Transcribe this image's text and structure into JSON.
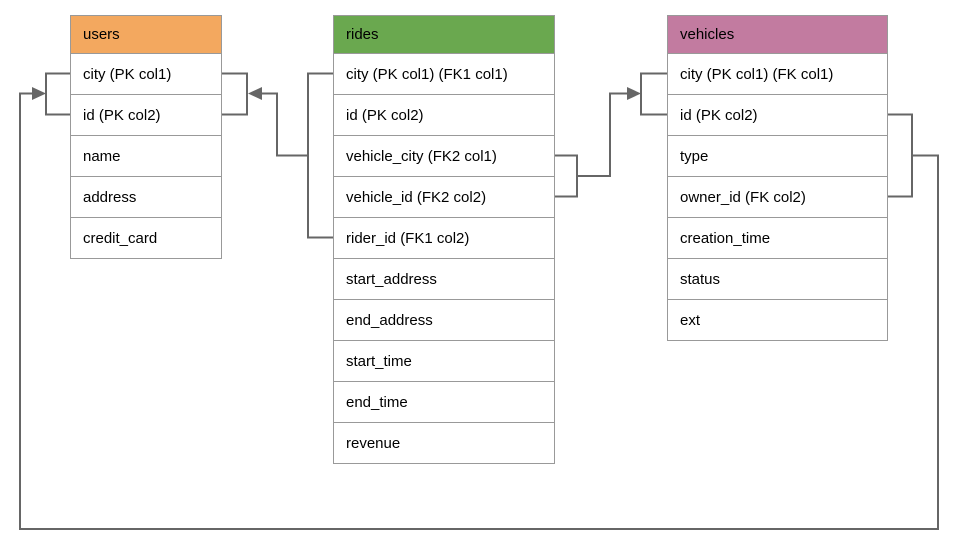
{
  "diagram": {
    "type": "database-schema-er-diagram",
    "background_color": "#ffffff",
    "connector_color": "#666666",
    "table_border_color": "#999999",
    "text_color": "#000000"
  },
  "tables": {
    "users": {
      "title": "users",
      "header_color": "#f3a85f",
      "rows": [
        "city (PK col1)",
        "id (PK col2)",
        "name",
        "address",
        "credit_card"
      ]
    },
    "rides": {
      "title": "rides",
      "header_color": "#6aa84f",
      "rows": [
        "city (PK col1) (FK1 col1)",
        "id (PK col2)",
        "vehicle_city (FK2 col1)",
        "vehicle_id (FK2 col2)",
        "rider_id (FK1 col2)",
        "start_address",
        "end_address",
        "start_time",
        "end_time",
        "revenue"
      ]
    },
    "vehicles": {
      "title": "vehicles",
      "header_color": "#c27ba0",
      "rows": [
        "city (PK col1) (FK col1)",
        "id (PK col2)",
        "type",
        "owner_id (FK col2)",
        "creation_time",
        "status",
        "ext"
      ]
    }
  },
  "relationships": [
    {
      "name": "rides-to-users",
      "from_table": "rides",
      "from_rows": [
        "city (PK col1) (FK1 col1)",
        "rider_id (FK1 col2)"
      ],
      "to_table": "users",
      "to_rows": [
        "city (PK col1)",
        "id (PK col2)"
      ],
      "arrow_points_at": "users"
    },
    {
      "name": "rides-to-vehicles",
      "from_table": "rides",
      "from_rows": [
        "vehicle_city (FK2 col1)",
        "vehicle_id (FK2 col2)"
      ],
      "to_table": "vehicles",
      "to_rows": [
        "city (PK col1) (FK col1)",
        "id (PK col2)"
      ],
      "arrow_points_at": "vehicles"
    },
    {
      "name": "vehicles-to-users",
      "from_table": "vehicles",
      "from_rows": [
        "id (PK col2)",
        "owner_id (FK col2)"
      ],
      "to_table": "users",
      "to_rows": [
        "city (PK col1)",
        "id (PK col2)"
      ],
      "arrow_points_at": "users",
      "route": "around-bottom-of-diagram"
    }
  ]
}
